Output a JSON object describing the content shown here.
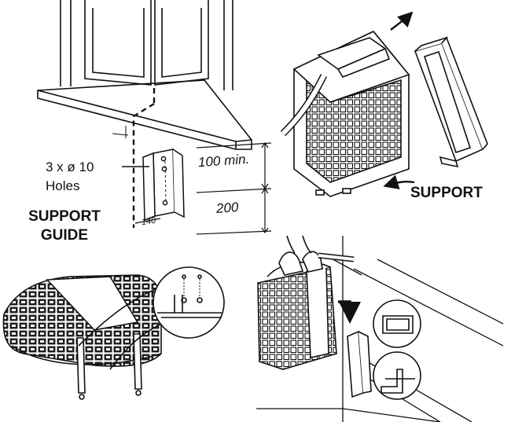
{
  "labels": {
    "holes_line1": "3 x ø 10",
    "holes_line2": "Holes",
    "dim_100": "100 min.",
    "dim_200": "200",
    "dim_140": "140",
    "support_guide_line1": "SUPPORT",
    "support_guide_line2": "GUIDE",
    "support": "SUPPORT"
  },
  "colors": {
    "line": "#111111",
    "background": "#ffffff"
  }
}
